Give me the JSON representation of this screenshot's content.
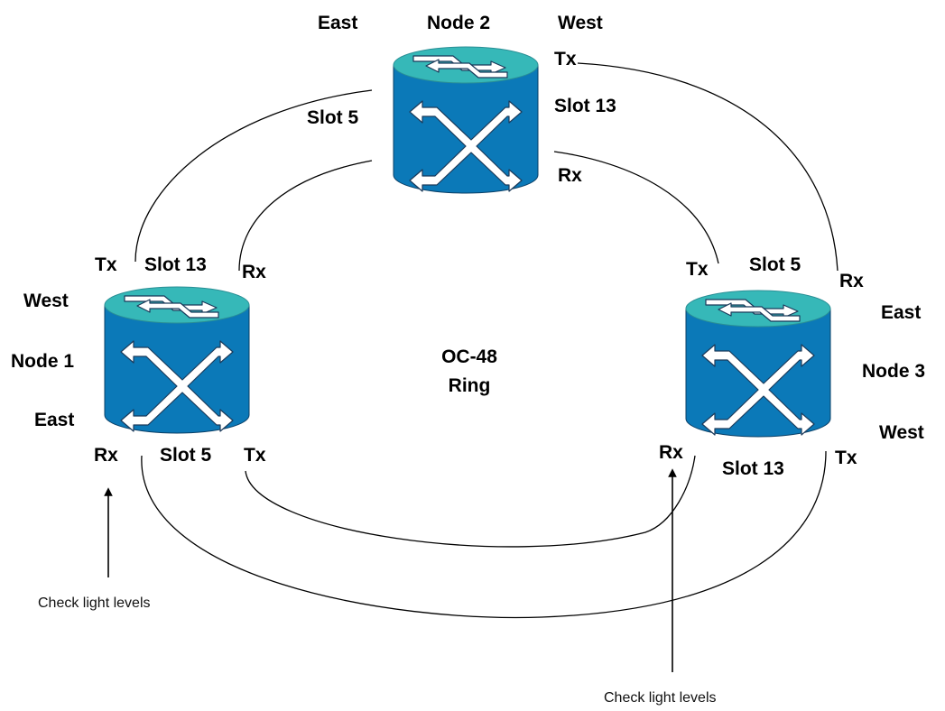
{
  "diagram": {
    "center": {
      "line1": "OC-48",
      "line2": "Ring"
    },
    "nodes": {
      "node1": {
        "name": "Node 1",
        "west": "West",
        "east": "East",
        "slot_top": "Slot 13",
        "slot_bottom": "Slot 5",
        "tx_top": "Tx",
        "rx_top": "Rx",
        "rx_bottom": "Rx",
        "tx_bottom": "Tx"
      },
      "node2": {
        "name": "Node 2",
        "east": "East",
        "west": "West",
        "slot_left": "Slot 5",
        "slot_right": "Slot 13",
        "tx": "Tx",
        "rx": "Rx"
      },
      "node3": {
        "name": "Node 3",
        "east": "East",
        "west": "West",
        "slot_top": "Slot 5",
        "slot_bottom": "Slot 13",
        "tx_top": "Tx",
        "rx_top": "Rx",
        "rx_bottom": "Rx",
        "tx_bottom": "Tx"
      }
    },
    "notes": {
      "left": "Check light levels",
      "right": "Check light levels"
    },
    "colors": {
      "node_body": "#0b79b8",
      "node_top": "#36b8b8",
      "fiber": "#000000"
    },
    "icons": {
      "node": "sonet-adm-cylinder-icon",
      "pointer": "arrow-up-icon"
    }
  }
}
